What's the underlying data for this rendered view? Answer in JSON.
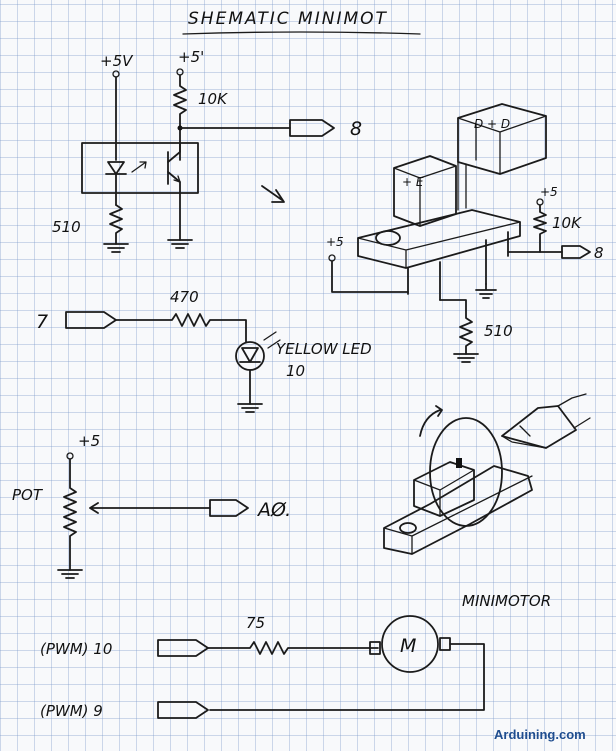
{
  "title": "SHEMATIC MINIMOT",
  "section1": {
    "led_supply": "+5V",
    "trans_supply": "+5'",
    "pullup": "10K",
    "led_resistor": "510",
    "output_pin": "8"
  },
  "sensor_sketch": {
    "emitter_marks": "+ E",
    "detector_marks": "D + D",
    "supply_left": "+5",
    "supply_right": "+5",
    "pullup": "10K",
    "resistor": "510",
    "output_pin": "8"
  },
  "section2": {
    "input_pin": "7",
    "resistor": "470",
    "led_label": "YELLOW LED",
    "led_size": "10"
  },
  "section3": {
    "pot_label": "POT",
    "supply": "+5",
    "output_pin": "AØ."
  },
  "section4": {
    "title": "MINIMOTOR",
    "pwm1_label": "(PWM) 10",
    "pwm2_label": "(PWM)  9",
    "resistor": "75",
    "motor": "M"
  },
  "brand": "Arduining.com"
}
